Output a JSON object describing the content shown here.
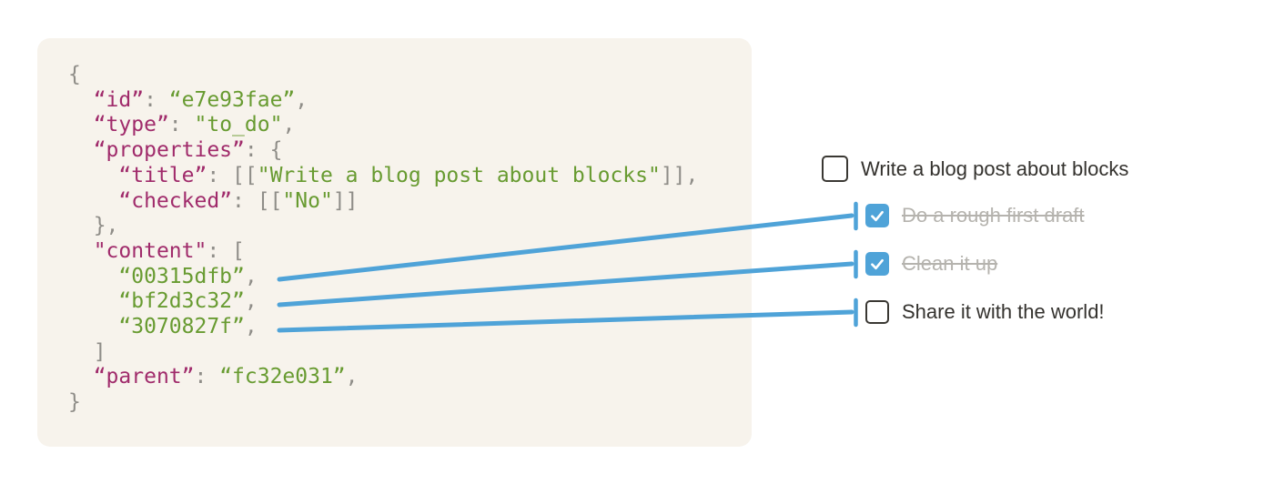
{
  "colors": {
    "accent_blue": "#4fa3d8",
    "panel_background": "#f7f3ec",
    "code_key": "#a02b6b",
    "code_value": "#689b31",
    "code_punctuation": "#8f8d88",
    "todo_text": "#34322e",
    "todo_text_struck": "#b5b3ae",
    "checkbox_border": "#3a3833"
  },
  "icons": {
    "check_icon": "✓"
  },
  "code_panel": {
    "lines": [
      [
        [
          "punct",
          "{"
        ]
      ],
      [
        [
          "punct",
          "  "
        ],
        [
          "key",
          "“id”"
        ],
        [
          "punct",
          ": "
        ],
        [
          "val",
          "“e7e93fae”"
        ],
        [
          "punct",
          ","
        ]
      ],
      [
        [
          "punct",
          "  "
        ],
        [
          "key",
          "“type”"
        ],
        [
          "punct",
          ": "
        ],
        [
          "val",
          "\"to_do\""
        ],
        [
          "punct",
          ","
        ]
      ],
      [
        [
          "punct",
          "  "
        ],
        [
          "key",
          "“properties”"
        ],
        [
          "punct",
          ": {"
        ]
      ],
      [
        [
          "punct",
          "    "
        ],
        [
          "key",
          "“title”"
        ],
        [
          "punct",
          ": [["
        ],
        [
          "val",
          "\"Write a blog post about blocks\""
        ],
        [
          "punct",
          "]],"
        ]
      ],
      [
        [
          "punct",
          "    "
        ],
        [
          "key",
          "“checked”"
        ],
        [
          "punct",
          ": [["
        ],
        [
          "val",
          "\"No\""
        ],
        [
          "punct",
          "]]"
        ]
      ],
      [
        [
          "punct",
          "  },"
        ]
      ],
      [
        [
          "punct",
          "  "
        ],
        [
          "key",
          "\"content\""
        ],
        [
          "punct",
          ": ["
        ]
      ],
      [
        [
          "punct",
          "    "
        ],
        [
          "val",
          "“00315dfb”"
        ],
        [
          "punct",
          ","
        ]
      ],
      [
        [
          "punct",
          "    "
        ],
        [
          "val",
          "“bf2d3c32”"
        ],
        [
          "punct",
          ","
        ]
      ],
      [
        [
          "punct",
          "    "
        ],
        [
          "val",
          "“3070827f”"
        ],
        [
          "punct",
          ","
        ]
      ],
      [
        [
          "punct",
          "  ]"
        ]
      ],
      [
        [
          "punct",
          "  "
        ],
        [
          "key",
          "“parent”"
        ],
        [
          "punct",
          ": "
        ],
        [
          "val",
          "“fc32e031”"
        ],
        [
          "punct",
          ","
        ]
      ],
      [
        [
          "punct",
          "}"
        ]
      ]
    ]
  },
  "todo": {
    "items": [
      {
        "label": "Write a blog post about blocks",
        "checked": false,
        "struck": false
      },
      {
        "label": "Do a rough first draft",
        "checked": true,
        "struck": true
      },
      {
        "label": "Clean it up",
        "checked": true,
        "struck": true
      },
      {
        "label": "Share it with the world!",
        "checked": false,
        "struck": false
      }
    ]
  }
}
